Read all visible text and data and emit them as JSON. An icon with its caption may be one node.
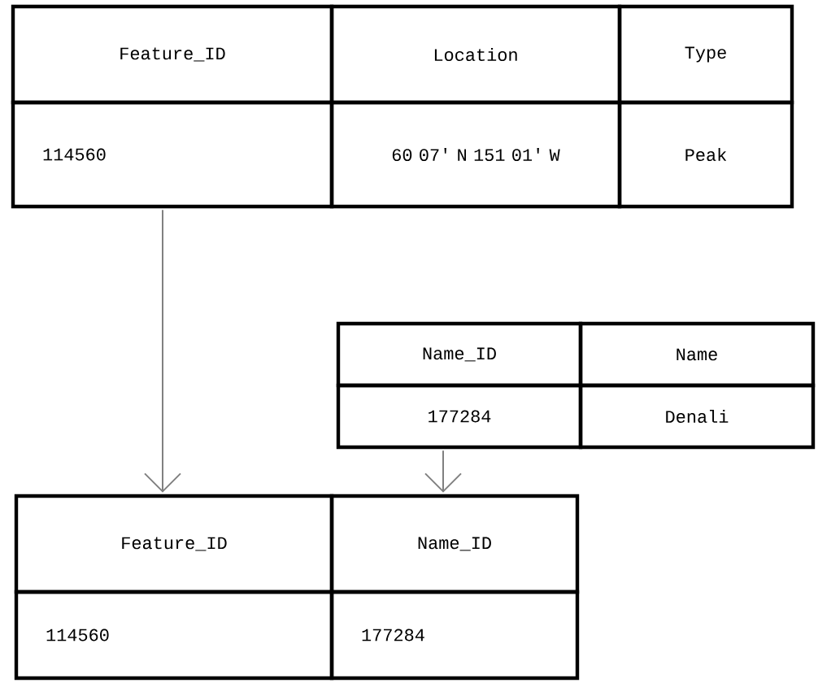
{
  "diagram": {
    "nodes": [
      {
        "text": [
          "Feature_ID"
        ]
      },
      {
        "text": [
          "Location"
        ]
      },
      {
        "text": [
          "Type"
        ]
      },
      {
        "text": [
          "114560"
        ]
      },
      {
        "text": [
          "60 07' N 151 01' W"
        ]
      },
      {
        "text": [
          "Peak"
        ]
      },
      {
        "text": [
          "Name_ID"
        ]
      },
      {
        "text": [
          "Name"
        ]
      },
      {
        "text": [
          "177284"
        ]
      },
      {
        "text": [
          "Denali"
        ]
      },
      {
        "text": [
          "Feature_ID"
        ]
      },
      {
        "text": [
          "Name_ID"
        ]
      },
      {
        "text": [
          "114560"
        ]
      },
      {
        "text": [
          "177284"
        ]
      }
    ],
    "edges": [
      {
        "from": 3,
        "to": 10,
        "arrow": "to"
      },
      {
        "from": 8,
        "to": 11,
        "arrow": "to"
      }
    ]
  }
}
